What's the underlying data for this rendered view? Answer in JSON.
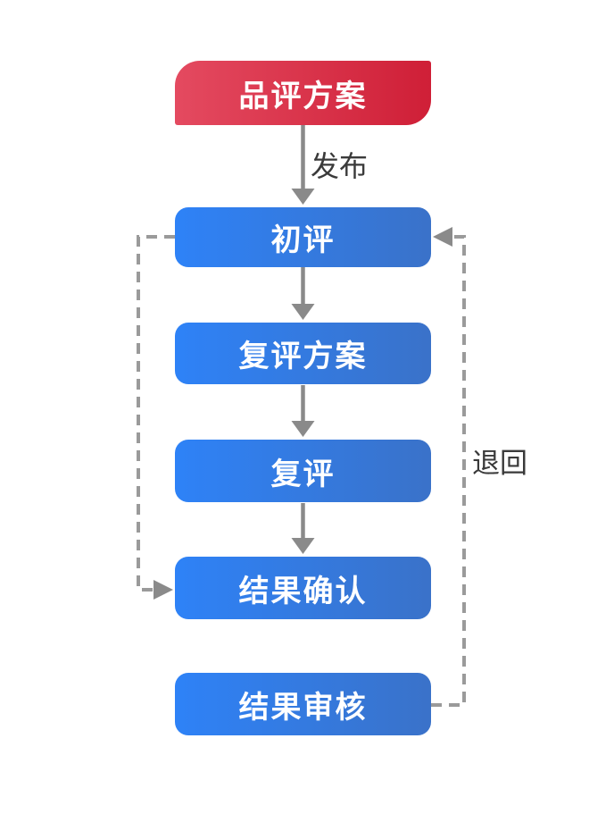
{
  "diagram": {
    "nodes": [
      {
        "label": "品评方案",
        "kind": "start"
      },
      {
        "label": "初评",
        "kind": "step"
      },
      {
        "label": "复评方案",
        "kind": "step"
      },
      {
        "label": "复评",
        "kind": "step"
      },
      {
        "label": "结果确认",
        "kind": "step"
      },
      {
        "label": "结果审核",
        "kind": "step"
      }
    ],
    "edges": [
      {
        "from": "品评方案",
        "to": "初评",
        "label": "发布",
        "style": "solid-arrow"
      },
      {
        "from": "初评",
        "to": "复评方案",
        "label": "",
        "style": "solid-arrow"
      },
      {
        "from": "复评方案",
        "to": "复评",
        "label": "",
        "style": "solid-arrow"
      },
      {
        "from": "复评",
        "to": "结果确认",
        "label": "",
        "style": "solid-arrow"
      },
      {
        "from": "初评",
        "to": "结果确认",
        "label": "",
        "style": "dashed-arrow-left-side"
      },
      {
        "from": "结果审核",
        "to": "初评",
        "label": "退回",
        "style": "dashed-arrow-right-side"
      }
    ],
    "labels": {
      "publish": "发布",
      "return": "退回"
    },
    "colors": {
      "start_gradient_left": "#e44a60",
      "start_gradient_right": "#cf1f37",
      "step_gradient_left": "#2e82f7",
      "step_gradient_right": "#3a72c9",
      "arrow": "#8a8a8a",
      "dashed_line": "#9a9a9a",
      "edge_label_text": "#3a3a3a",
      "node_text": "#ffffff",
      "background": "#ffffff"
    }
  }
}
